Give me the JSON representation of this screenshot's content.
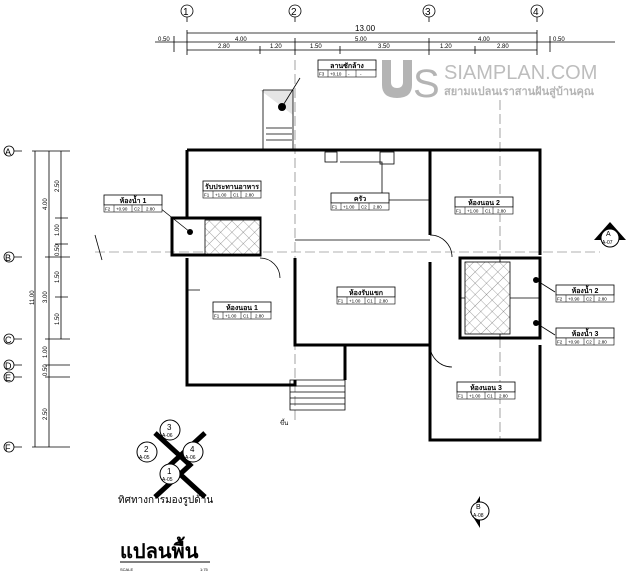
{
  "watermark": {
    "brand": "SIAMPLAN.COM",
    "tagline": "สยามแปลนเราสานฝันสู่บ้านคุณ"
  },
  "grid": {
    "columns": [
      "1",
      "2",
      "3",
      "4"
    ],
    "rows": [
      "A",
      "B",
      "C",
      "D",
      "E",
      "F"
    ]
  },
  "dimensions": {
    "top_overall": "13.00",
    "top_main": [
      "0.50",
      "4.00",
      "5.00",
      "4.00",
      "0.50"
    ],
    "top_sub": [
      "2.80",
      "1.20",
      "1.50",
      "3.50",
      "1.20",
      "2.80"
    ],
    "left_overall": "11.00",
    "left_main": [
      "4.00",
      "3.00",
      "1.00",
      "0.50",
      "2.50"
    ],
    "left_sub": [
      "2.50",
      "1.00",
      "0.50",
      "1.50",
      "1.50"
    ]
  },
  "rooms": [
    {
      "name": "ลานซักล้าง",
      "floor": "F3",
      "level": "+0.10",
      "ceiling": "-",
      "height": "-"
    },
    {
      "name": "ห้องน้ำ 1",
      "floor": "F2",
      "level": "+0.90",
      "ceiling": "C2",
      "height": "2.80"
    },
    {
      "name": "รับประทานอาหาร",
      "floor": "F1",
      "level": "+1.00",
      "ceiling": "C1",
      "height": "2.80"
    },
    {
      "name": "ครัว",
      "floor": "F1",
      "level": "+1.00",
      "ceiling": "C2",
      "height": "2.80"
    },
    {
      "name": "ห้องนอน 2",
      "floor": "F1",
      "level": "+1.00",
      "ceiling": "C1",
      "height": "2.80"
    },
    {
      "name": "ห้องรับแขก",
      "floor": "F1",
      "level": "+1.00",
      "ceiling": "C1",
      "height": "2.80"
    },
    {
      "name": "ห้องนอน 1",
      "floor": "F1",
      "level": "+1.00",
      "ceiling": "C1",
      "height": "2.80"
    },
    {
      "name": "ห้องน้ำ 2",
      "floor": "F2",
      "level": "+0.90",
      "ceiling": "C2",
      "height": "2.80"
    },
    {
      "name": "ห้องน้ำ 3",
      "floor": "F2",
      "level": "+0.90",
      "ceiling": "C2",
      "height": "2.80"
    },
    {
      "name": "ห้องนอน 3",
      "floor": "F1",
      "level": "+1.00",
      "ceiling": "C1",
      "height": "2.80"
    }
  ],
  "sections": [
    {
      "id": "A",
      "sheet": "A-07"
    },
    {
      "id": "B",
      "sheet": "A-08"
    }
  ],
  "elevation_key": {
    "markers": [
      {
        "num": "3",
        "sheet": "A-06"
      },
      {
        "num": "2",
        "sheet": "A-05"
      },
      {
        "num": "4",
        "sheet": "A-06"
      },
      {
        "num": "1",
        "sheet": "A-05"
      }
    ],
    "caption": "ทิศทางการมองรูปด้าน"
  },
  "stair_label": "ขึ้น",
  "title": "แปลนพื้น",
  "scale_label": "SCALE",
  "scale_value": "1:75"
}
